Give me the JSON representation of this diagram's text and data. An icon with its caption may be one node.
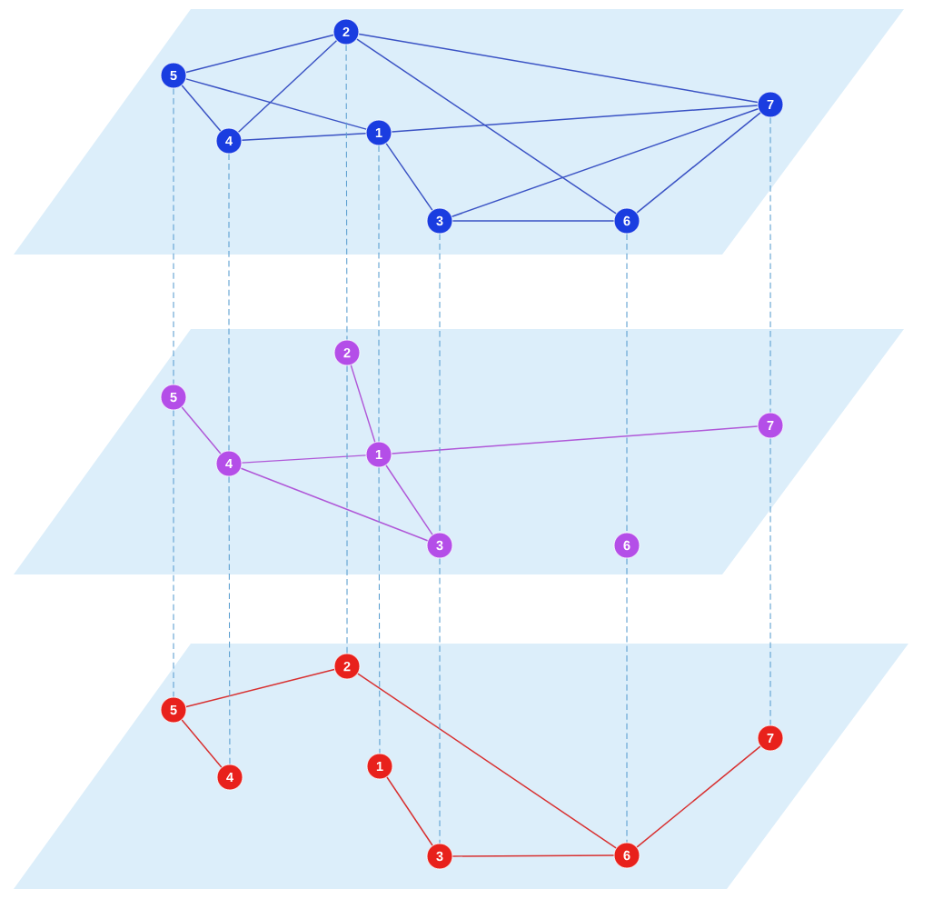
{
  "diagram": {
    "nodes": [
      {
        "text": [],
        "shape": "parallelogram"
      },
      {
        "text": [
          "1"
        ],
        "in": 0
      },
      {
        "text": [
          "2"
        ],
        "in": 0
      },
      {
        "text": [
          "3"
        ],
        "in": 0
      },
      {
        "text": [
          "4"
        ],
        "in": 0
      },
      {
        "text": [
          "5"
        ],
        "in": 0
      },
      {
        "text": [
          "6"
        ],
        "in": 0
      },
      {
        "text": [
          "7"
        ],
        "in": 0
      },
      {
        "text": [],
        "shape": "parallelogram"
      },
      {
        "text": [
          "1"
        ],
        "in": 8
      },
      {
        "text": [
          "2"
        ],
        "in": 8
      },
      {
        "text": [
          "3"
        ],
        "in": 8
      },
      {
        "text": [
          "4"
        ],
        "in": 8
      },
      {
        "text": [
          "5"
        ],
        "in": 8
      },
      {
        "text": [
          "6"
        ],
        "in": 8
      },
      {
        "text": [
          "7"
        ],
        "in": 8
      },
      {
        "text": [],
        "shape": "parallelogram"
      },
      {
        "text": [
          "1"
        ],
        "in": 16
      },
      {
        "text": [
          "2"
        ],
        "in": 16
      },
      {
        "text": [
          "3"
        ],
        "in": 16
      },
      {
        "text": [
          "4"
        ],
        "in": 16
      },
      {
        "text": [
          "5"
        ],
        "in": 16
      },
      {
        "text": [
          "6"
        ],
        "in": 16
      },
      {
        "text": [
          "7"
        ],
        "in": 16
      }
    ],
    "edges": [
      {
        "from": 5,
        "to": 2,
        "arrow": "none",
        "color": "#3a52c4"
      },
      {
        "from": 5,
        "to": 4,
        "arrow": "none",
        "color": "#3a52c4"
      },
      {
        "from": 5,
        "to": 1,
        "arrow": "none",
        "color": "#3a52c4"
      },
      {
        "from": 4,
        "to": 2,
        "arrow": "none",
        "color": "#3a52c4"
      },
      {
        "from": 4,
        "to": 1,
        "arrow": "none",
        "color": "#3a52c4"
      },
      {
        "from": 2,
        "to": 7,
        "arrow": "none",
        "color": "#3a52c4"
      },
      {
        "from": 2,
        "to": 6,
        "arrow": "none",
        "color": "#3a52c4"
      },
      {
        "from": 1,
        "to": 7,
        "arrow": "none",
        "color": "#3a52c4"
      },
      {
        "from": 1,
        "to": 3,
        "arrow": "none",
        "color": "#3a52c4"
      },
      {
        "from": 3,
        "to": 7,
        "arrow": "none",
        "color": "#3a52c4"
      },
      {
        "from": 3,
        "to": 6,
        "arrow": "none",
        "color": "#3a52c4"
      },
      {
        "from": 6,
        "to": 7,
        "arrow": "none",
        "color": "#3a52c4"
      },
      {
        "from": 10,
        "to": 9,
        "arrow": "none",
        "color": "#b058d8"
      },
      {
        "from": 13,
        "to": 12,
        "arrow": "none",
        "color": "#b058d8"
      },
      {
        "from": 12,
        "to": 9,
        "arrow": "none",
        "color": "#b058d8"
      },
      {
        "from": 9,
        "to": 15,
        "arrow": "none",
        "color": "#b058d8"
      },
      {
        "from": 9,
        "to": 11,
        "arrow": "none",
        "color": "#b058d8"
      },
      {
        "from": 12,
        "to": 11,
        "arrow": "none",
        "color": "#b058d8"
      },
      {
        "from": 21,
        "to": 18,
        "arrow": "none",
        "color": "#d83030"
      },
      {
        "from": 21,
        "to": 20,
        "arrow": "none",
        "color": "#d83030"
      },
      {
        "from": 18,
        "to": 22,
        "arrow": "none",
        "color": "#d83030"
      },
      {
        "from": 17,
        "to": 19,
        "arrow": "none",
        "color": "#d83030"
      },
      {
        "from": 19,
        "to": 22,
        "arrow": "none",
        "color": "#d83030"
      },
      {
        "from": 22,
        "to": 23,
        "arrow": "none",
        "color": "#d83030"
      },
      {
        "from": 1,
        "to": 9,
        "arrow": "none",
        "style": "dashed",
        "color": "#5b9fd0"
      },
      {
        "from": 2,
        "to": 10,
        "arrow": "none",
        "style": "dashed",
        "color": "#5b9fd0"
      },
      {
        "from": 3,
        "to": 11,
        "arrow": "none",
        "style": "dashed",
        "color": "#5b9fd0"
      },
      {
        "from": 4,
        "to": 12,
        "arrow": "none",
        "style": "dashed",
        "color": "#5b9fd0"
      },
      {
        "from": 5,
        "to": 13,
        "arrow": "none",
        "style": "dashed",
        "color": "#5b9fd0"
      },
      {
        "from": 6,
        "to": 14,
        "arrow": "none",
        "style": "dashed",
        "color": "#5b9fd0"
      },
      {
        "from": 7,
        "to": 15,
        "arrow": "none",
        "style": "dashed",
        "color": "#5b9fd0"
      },
      {
        "from": 9,
        "to": 17,
        "arrow": "none",
        "style": "dashed",
        "color": "#5b9fd0"
      },
      {
        "from": 10,
        "to": 18,
        "arrow": "none",
        "style": "dashed",
        "color": "#5b9fd0"
      },
      {
        "from": 11,
        "to": 19,
        "arrow": "none",
        "style": "dashed",
        "color": "#5b9fd0"
      },
      {
        "from": 12,
        "to": 20,
        "arrow": "none",
        "style": "dashed",
        "color": "#5b9fd0"
      },
      {
        "from": 13,
        "to": 21,
        "arrow": "none",
        "style": "dashed",
        "color": "#5b9fd0"
      },
      {
        "from": 14,
        "to": 22,
        "arrow": "none",
        "style": "dashed",
        "color": "#5b9fd0"
      },
      {
        "from": 15,
        "to": 23,
        "arrow": "none",
        "style": "dashed",
        "color": "#5b9fd0"
      }
    ]
  }
}
